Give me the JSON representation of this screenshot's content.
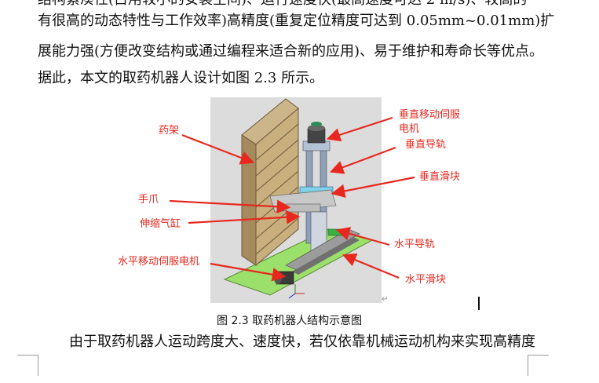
{
  "text": {
    "line0": "结构紧凑性(占用较小的安装空间)、运行速度快(最高速度可达 2 m/s)、较高的",
    "line1": "有很高的动态特性与工作效率)高精度(重复定位精度可达到 0.05mm~0.01mm)扩",
    "line2": "展能力强(方便改变结构或通过编程来适合新的应用)、易于维护和寿命长等优点。",
    "line3": "据此，本文的取药机器人设计如图 2.3 所示。",
    "line4": "由于取药机器人运动跨度大、速度快，若仅依靠机械运动机构来实现高精度"
  },
  "figure": {
    "caption": "图 2.3 取药机器人结构示意图",
    "labels": {
      "medicine_rack": "药架",
      "vertical_servo_motor": "垂直移动伺服电机",
      "vertical_guide": "垂直导轨",
      "vertical_slider": "垂直滑块",
      "gripper": "手爪",
      "telescopic_cylinder": "伸缩气缸",
      "horizontal_guide": "水平导轨",
      "horizontal_servo_motor": "水平移动伺服电机",
      "horizontal_slider": "水平滑块"
    },
    "annotation_color": "#e8281e",
    "paragraph_mark": "↵"
  }
}
